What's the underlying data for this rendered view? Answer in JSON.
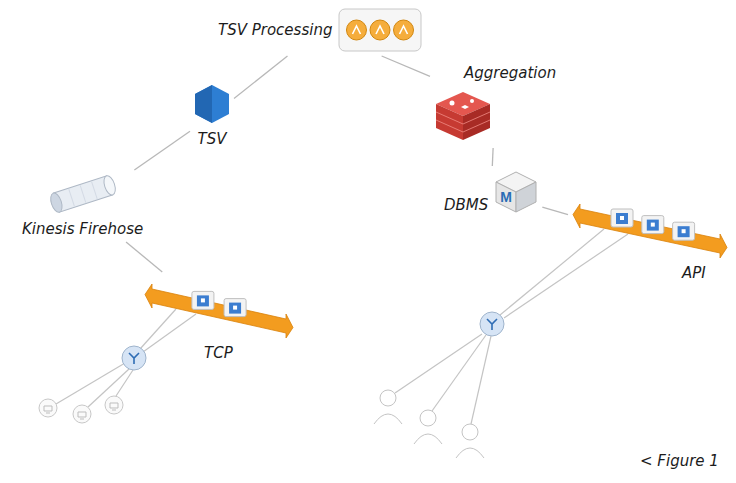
{
  "diagram": {
    "caption": "< Figure 1",
    "nodes": [
      {
        "text": [
          "TSV Processing"
        ]
      },
      {
        "text": [
          "Aggregation"
        ]
      },
      {
        "text": [
          "TSV"
        ]
      },
      {
        "text": [
          "Kinesis Firehose"
        ]
      },
      {
        "text": [
          "DBMS",
          "M"
        ]
      },
      {
        "text": [
          "API"
        ]
      },
      {
        "text": [
          "TCP"
        ]
      }
    ],
    "edges": [
      {
        "from": 6,
        "to": 3,
        "arrow": "none"
      },
      {
        "from": 3,
        "to": 2,
        "arrow": "none"
      },
      {
        "from": 2,
        "to": 0,
        "arrow": "none"
      },
      {
        "from": 0,
        "to": 1,
        "arrow": "none"
      },
      {
        "from": 1,
        "to": 4,
        "arrow": "none"
      },
      {
        "from": 4,
        "to": 5,
        "arrow": "none"
      }
    ]
  }
}
